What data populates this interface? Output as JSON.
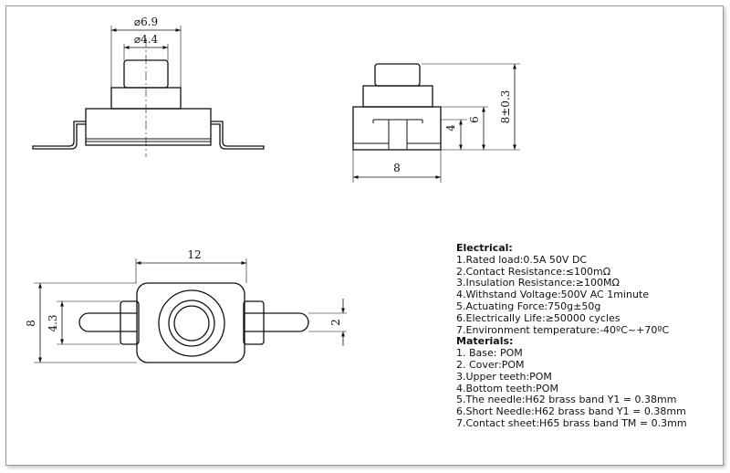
{
  "dimensions": {
    "top_outer_diameter": "⌀6.9",
    "top_inner_diameter": "⌀4.4",
    "side_width": "8",
    "side_height_inner": "4",
    "side_height_mid": "6",
    "side_height_total": "8±0.3",
    "bottom_width": "12",
    "bottom_height": "8",
    "bottom_pin_span": "4.3",
    "bottom_pin_width": "2"
  },
  "specs": {
    "electrical_heading": "Electrical:",
    "electrical": [
      "1.Rated load:0.5A 50V DC",
      "2.Contact Resistance:≤100mΩ",
      "3.Insulation Resistance:≥100MΩ",
      "4.Withstand Voltage:500V AC 1minute",
      "5.Actuating Force:750g±50g",
      "6.Electrically Life:≥50000 cycles",
      "7.Environment temperature:-40ºC~+70ºC"
    ],
    "materials_heading": "Materials:",
    "materials": [
      "1. Base: POM",
      "2. Cover:POM",
      "3.Upper teeth:POM",
      "4.Bottom teeth:POM",
      "5.The needle:H62 brass band Y1 = 0.38mm",
      "6.Short Needle:H62 brass band Y1 = 0.38mm",
      "7.Contact sheet:H65 brass band TM = 0.3mm"
    ]
  }
}
